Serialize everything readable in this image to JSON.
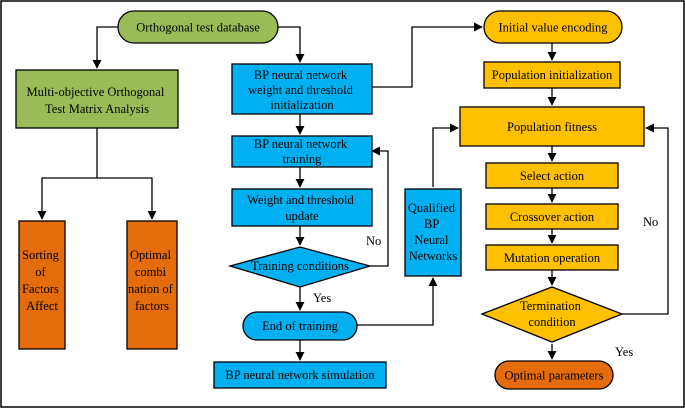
{
  "colors": {
    "green": "#9bbb59",
    "blue": "#00b0f0",
    "gold": "#ffc000",
    "orange": "#e46c0a",
    "stroke": "#000000"
  },
  "nodes": {
    "orthogonal_db": "Orthogonal test database",
    "multi_objective": [
      "Multi-objective Orthogonal",
      "Test Matrix Analysis"
    ],
    "sorting": [
      "Sorting",
      "of",
      "Factors",
      "Affect"
    ],
    "optimal_combination": [
      "Optimal",
      "combi",
      "nation of",
      "factors"
    ],
    "bp_init": [
      "BP neural network",
      "weight and threshold",
      "initialization"
    ],
    "bp_training": [
      "BP neural network",
      "training"
    ],
    "weight_update": [
      "Weight and threshold",
      "update"
    ],
    "training_conditions": "Training conditions",
    "end_training": "End of training",
    "bp_simulation": "BP neural network simulation",
    "qualified_bp": [
      "Qualified",
      "BP",
      "Neural",
      "Networks"
    ],
    "initial_encoding": "Initial value encoding",
    "population_init": "Population initialization",
    "population_fitness": "Population fitness",
    "select_action": "Select action",
    "crossover_action": "Crossover action",
    "mutation_operation": "Mutation operation",
    "termination": [
      "Termination",
      "condition"
    ],
    "optimal_parameters": "Optimal parameters"
  },
  "edge_labels": {
    "training_no": "No",
    "training_yes": "Yes",
    "termination_no": "No",
    "termination_yes": "Yes"
  }
}
